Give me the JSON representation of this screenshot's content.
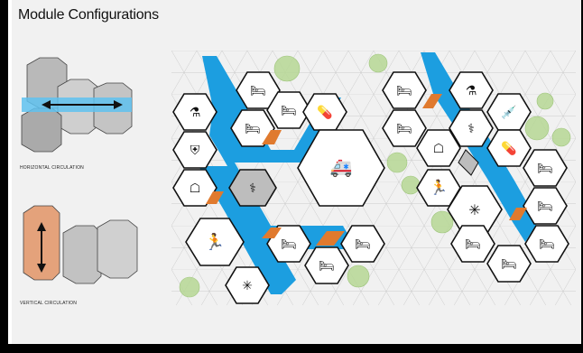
{
  "title": "Module Configurations",
  "captions": {
    "horizontal": "HORIZONTAL CIRCULATION",
    "vertical": "VERTICAL CIRCULATION"
  },
  "colors": {
    "circulation": "#1c9ee0",
    "vertical_accent": "#e07a2e",
    "shared_module": "#bdbdbd",
    "tree": "#a9d07c"
  },
  "icon_legend": [
    "bed-icon",
    "lab-icon",
    "pill-icon",
    "syringe-icon",
    "stethoscope-icon",
    "clipboard-icon",
    "ambulance-icon",
    "shield-icon",
    "meeting-icon",
    "stairs-icon",
    "running-icon",
    "network-icon",
    "kitchen-icon"
  ]
}
